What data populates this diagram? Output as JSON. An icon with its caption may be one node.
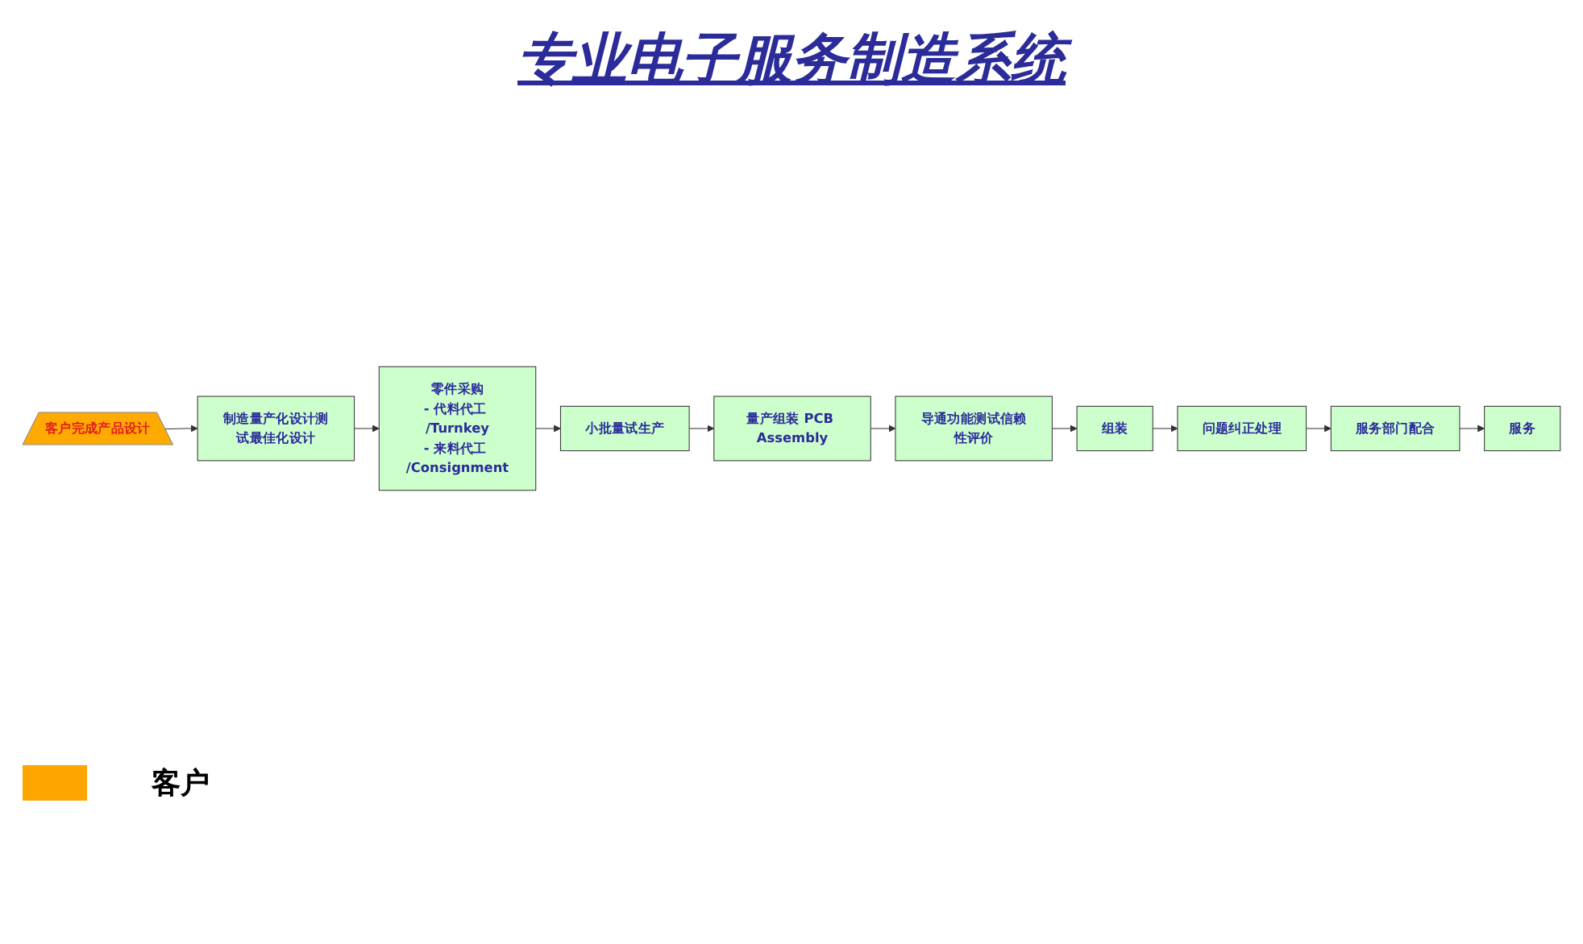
{
  "diagram": {
    "title": "专业电子服务制造系统",
    "nodes": [
      {
        "text": [
          "客户完成产品设计"
        ]
      },
      {
        "text": [
          "制造量产化设计测试最佳化设计"
        ]
      },
      {
        "text": [
          "零件采购",
          "- 代料代工 /Turnkey",
          "- 来料代工 /Consignment"
        ]
      },
      {
        "text": [
          "小批量试生产"
        ]
      },
      {
        "text": [
          "量产组装 PCB Assembly"
        ]
      },
      {
        "text": [
          "导通功能测试信赖性评价"
        ]
      },
      {
        "text": [
          "组装"
        ]
      },
      {
        "text": [
          "问题纠正处理"
        ]
      },
      {
        "text": [
          "服务部门配合"
        ]
      },
      {
        "text": [
          "服务"
        ]
      }
    ],
    "edges": [
      {
        "from": 0,
        "to": 1,
        "arrow": "to"
      },
      {
        "from": 1,
        "to": 2,
        "arrow": "to"
      },
      {
        "from": 2,
        "to": 3,
        "arrow": "to"
      },
      {
        "from": 3,
        "to": 4,
        "arrow": "to"
      },
      {
        "from": 4,
        "to": 5,
        "arrow": "to"
      },
      {
        "from": 5,
        "to": 6,
        "arrow": "to"
      },
      {
        "from": 6,
        "to": 7,
        "arrow": "to"
      },
      {
        "from": 7,
        "to": 8,
        "arrow": "to"
      },
      {
        "from": 8,
        "to": 9,
        "arrow": "to"
      }
    ],
    "legend": [
      {
        "text": "客户",
        "color": "#ffa500"
      }
    ]
  }
}
